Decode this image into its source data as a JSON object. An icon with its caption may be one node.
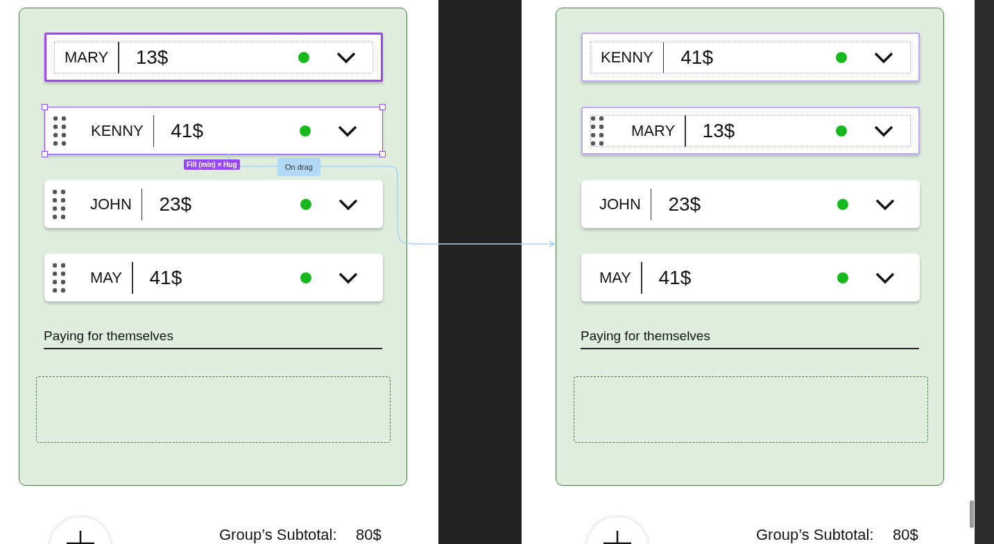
{
  "diagram": {
    "nodes": [
      {
        "text": [],
        "shape": "box"
      },
      {
        "text": [
          "MARY",
          "13$"
        ],
        "in": 0
      },
      {
        "text": [
          "KENNY",
          "41$"
        ],
        "in": 0
      },
      {
        "text": [
          "JOHN",
          "23$"
        ],
        "in": 0
      },
      {
        "text": [
          "MAY",
          "41$"
        ],
        "in": 0
      },
      {
        "text": [],
        "shape": "box",
        "in": 0
      },
      {
        "text": [],
        "shape": "box"
      },
      {
        "text": [
          "KENNY",
          "41$"
        ],
        "in": 6
      },
      {
        "text": [
          "MARY",
          "13$"
        ],
        "in": 6
      },
      {
        "text": [
          "JOHN",
          "23$"
        ],
        "in": 6
      },
      {
        "text": [
          "MAY",
          "41$"
        ],
        "in": 6
      },
      {
        "text": [],
        "shape": "box",
        "in": 6
      }
    ],
    "edges": [
      {
        "from": 2,
        "to": 6,
        "arrow": "to",
        "label": "On drag"
      }
    ],
    "labels": [
      "Fill (min) × Hug",
      "Paying for themselves",
      "Paying for themselves",
      "Group’s Subtotal:",
      "80$",
      "Group’s Subtotal:",
      "80$"
    ]
  }
}
